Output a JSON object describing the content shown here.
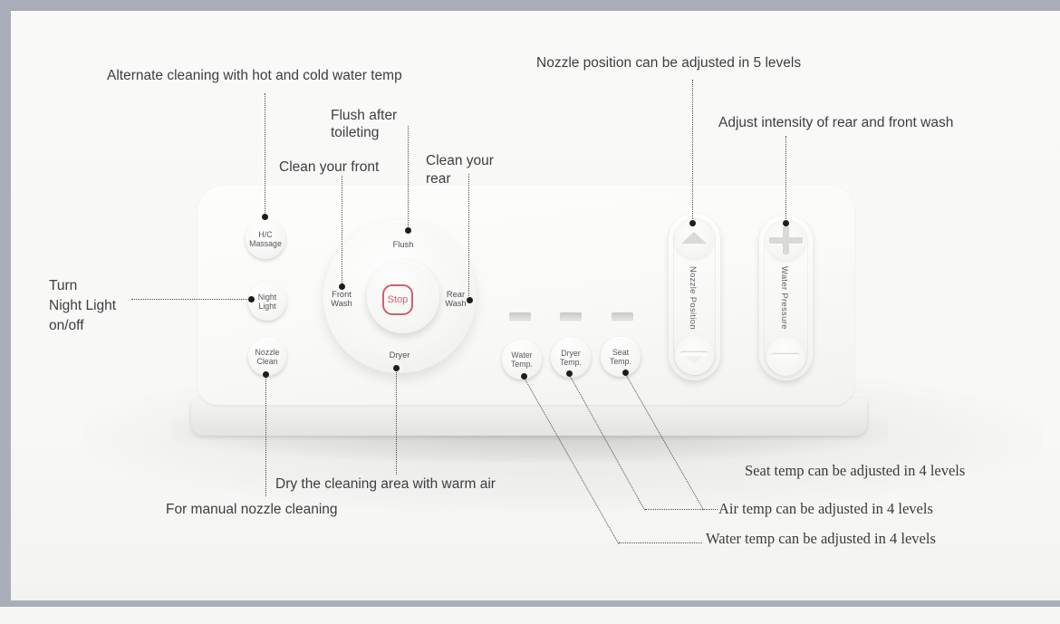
{
  "annotations": {
    "hc": {
      "text": "Alternate cleaning with hot and cold water temp"
    },
    "flush": {
      "line1": "Flush after",
      "line2": "toileting"
    },
    "front": {
      "text": "Clean your front"
    },
    "rear": {
      "line1": "Clean your",
      "line2": "rear"
    },
    "night": {
      "line1": "Turn",
      "line2": "Night Light",
      "line3": "on/off"
    },
    "nozzle_clean": {
      "text": "For manual nozzle cleaning"
    },
    "dryer": {
      "text": "Dry the cleaning area with warm air"
    },
    "nozzle_position": {
      "text": "Nozzle position can be adjusted in 5 levels"
    },
    "water_pressure": {
      "text": "Adjust intensity of rear and front wash"
    },
    "seat_temp": {
      "text": "Seat temp can be adjusted in 4 levels"
    },
    "air_temp": {
      "text": "Air temp can be adjusted in 4 levels"
    },
    "water_temp": {
      "text": "Water temp can be adjusted in 4 levels"
    }
  },
  "remote": {
    "buttons": {
      "hc_massage": {
        "line1": "H/C",
        "line2": "Massage"
      },
      "night_light": {
        "line1": "Night",
        "line2": "Light"
      },
      "nozzle_clean": {
        "line1": "Nozzle",
        "line2": "Clean"
      },
      "water_temp": {
        "line1": "Water",
        "line2": "Temp."
      },
      "dryer_temp": {
        "line1": "Dryer",
        "line2": "Temp."
      },
      "seat_temp": {
        "line1": "Seat",
        "line2": "Temp."
      }
    },
    "dial": {
      "flush": "Flush",
      "front_wash_1": "Front",
      "front_wash_2": "Wash",
      "rear_wash_1": "Rear",
      "rear_wash_2": "Wash",
      "dryer": "Dryer",
      "stop": "Stop"
    },
    "sliders": {
      "nozzle_position": "Nozzle Position",
      "water_pressure": "Water Pressure"
    }
  },
  "colors": {
    "accent_red": "#cf5f6e",
    "frame_gray": "#a9aeb9"
  }
}
